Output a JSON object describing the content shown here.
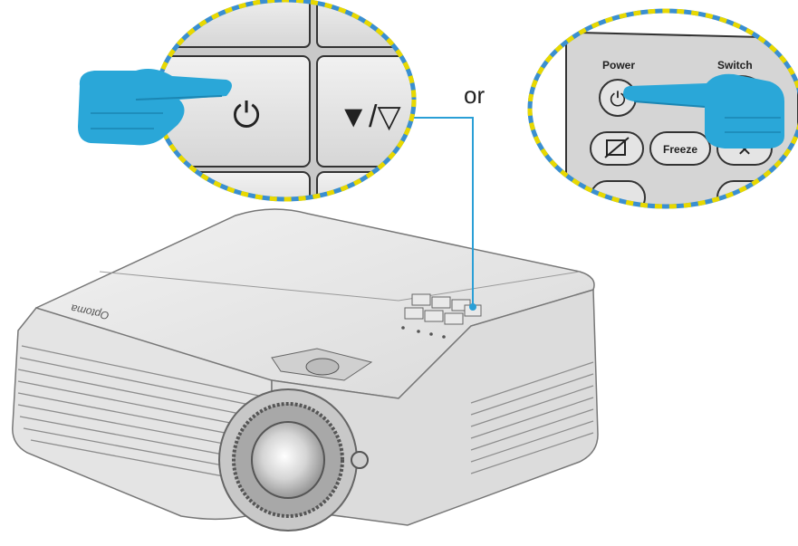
{
  "connector": {
    "or_label": "or"
  },
  "keypad_zoom": {
    "power_symbol": "⏻",
    "source_key_text": "▼/▽"
  },
  "remote_zoom": {
    "power_label": "Power",
    "switch_label": "Switch",
    "power_symbol": "⏻",
    "freeze_label": "Freeze"
  },
  "projector": {
    "brand_text": "Optoma"
  },
  "colors": {
    "hand": "#2aa7d8",
    "hand_shade": "#1b86b3",
    "circle_dash_a": "#e8d800",
    "circle_dash_b": "#3a8fd0",
    "leader_line": "#2a9fd6"
  },
  "icons": [
    "hand-pointer-icon",
    "power-icon",
    "source-arrow-icon",
    "blank-screen-icon",
    "mute-icon"
  ]
}
